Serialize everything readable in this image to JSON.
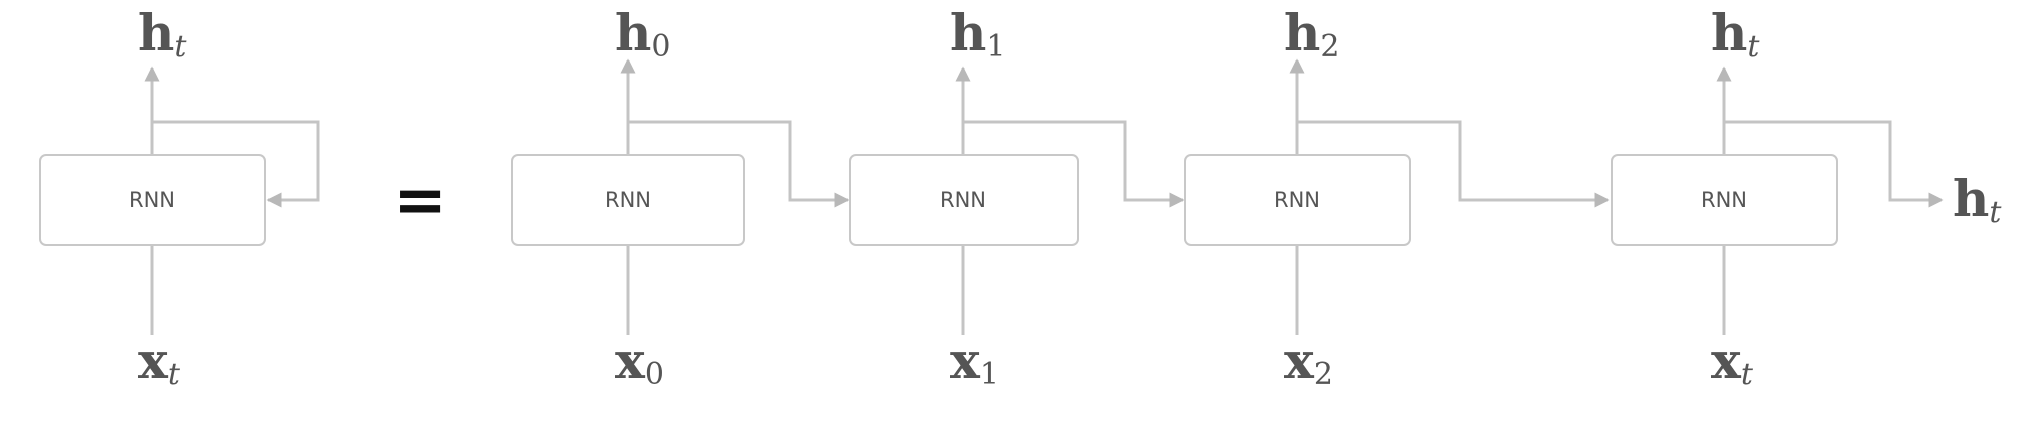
{
  "rolled": {
    "box_label": "RNN",
    "output": {
      "symbol": "h",
      "subscript": "t"
    },
    "input": {
      "symbol": "x",
      "subscript": "t"
    }
  },
  "equals_sign": "=",
  "unrolled": [
    {
      "box_label": "RNN",
      "output": {
        "symbol": "h",
        "subscript": "0"
      },
      "input": {
        "symbol": "x",
        "subscript": "0"
      }
    },
    {
      "box_label": "RNN",
      "output": {
        "symbol": "h",
        "subscript": "1"
      },
      "input": {
        "symbol": "x",
        "subscript": "1"
      }
    },
    {
      "box_label": "RNN",
      "output": {
        "symbol": "h",
        "subscript": "2"
      },
      "input": {
        "symbol": "x",
        "subscript": "2"
      }
    },
    {
      "box_label": "RNN",
      "output": {
        "symbol": "h",
        "subscript": "t"
      },
      "input": {
        "symbol": "x",
        "subscript": "t"
      }
    }
  ],
  "final_output": {
    "symbol": "h",
    "subscript": "t"
  },
  "colors": {
    "text": "#555555",
    "wire": "#c4c4c4",
    "box_border": "#c8c8c8",
    "equals": "#111111"
  }
}
